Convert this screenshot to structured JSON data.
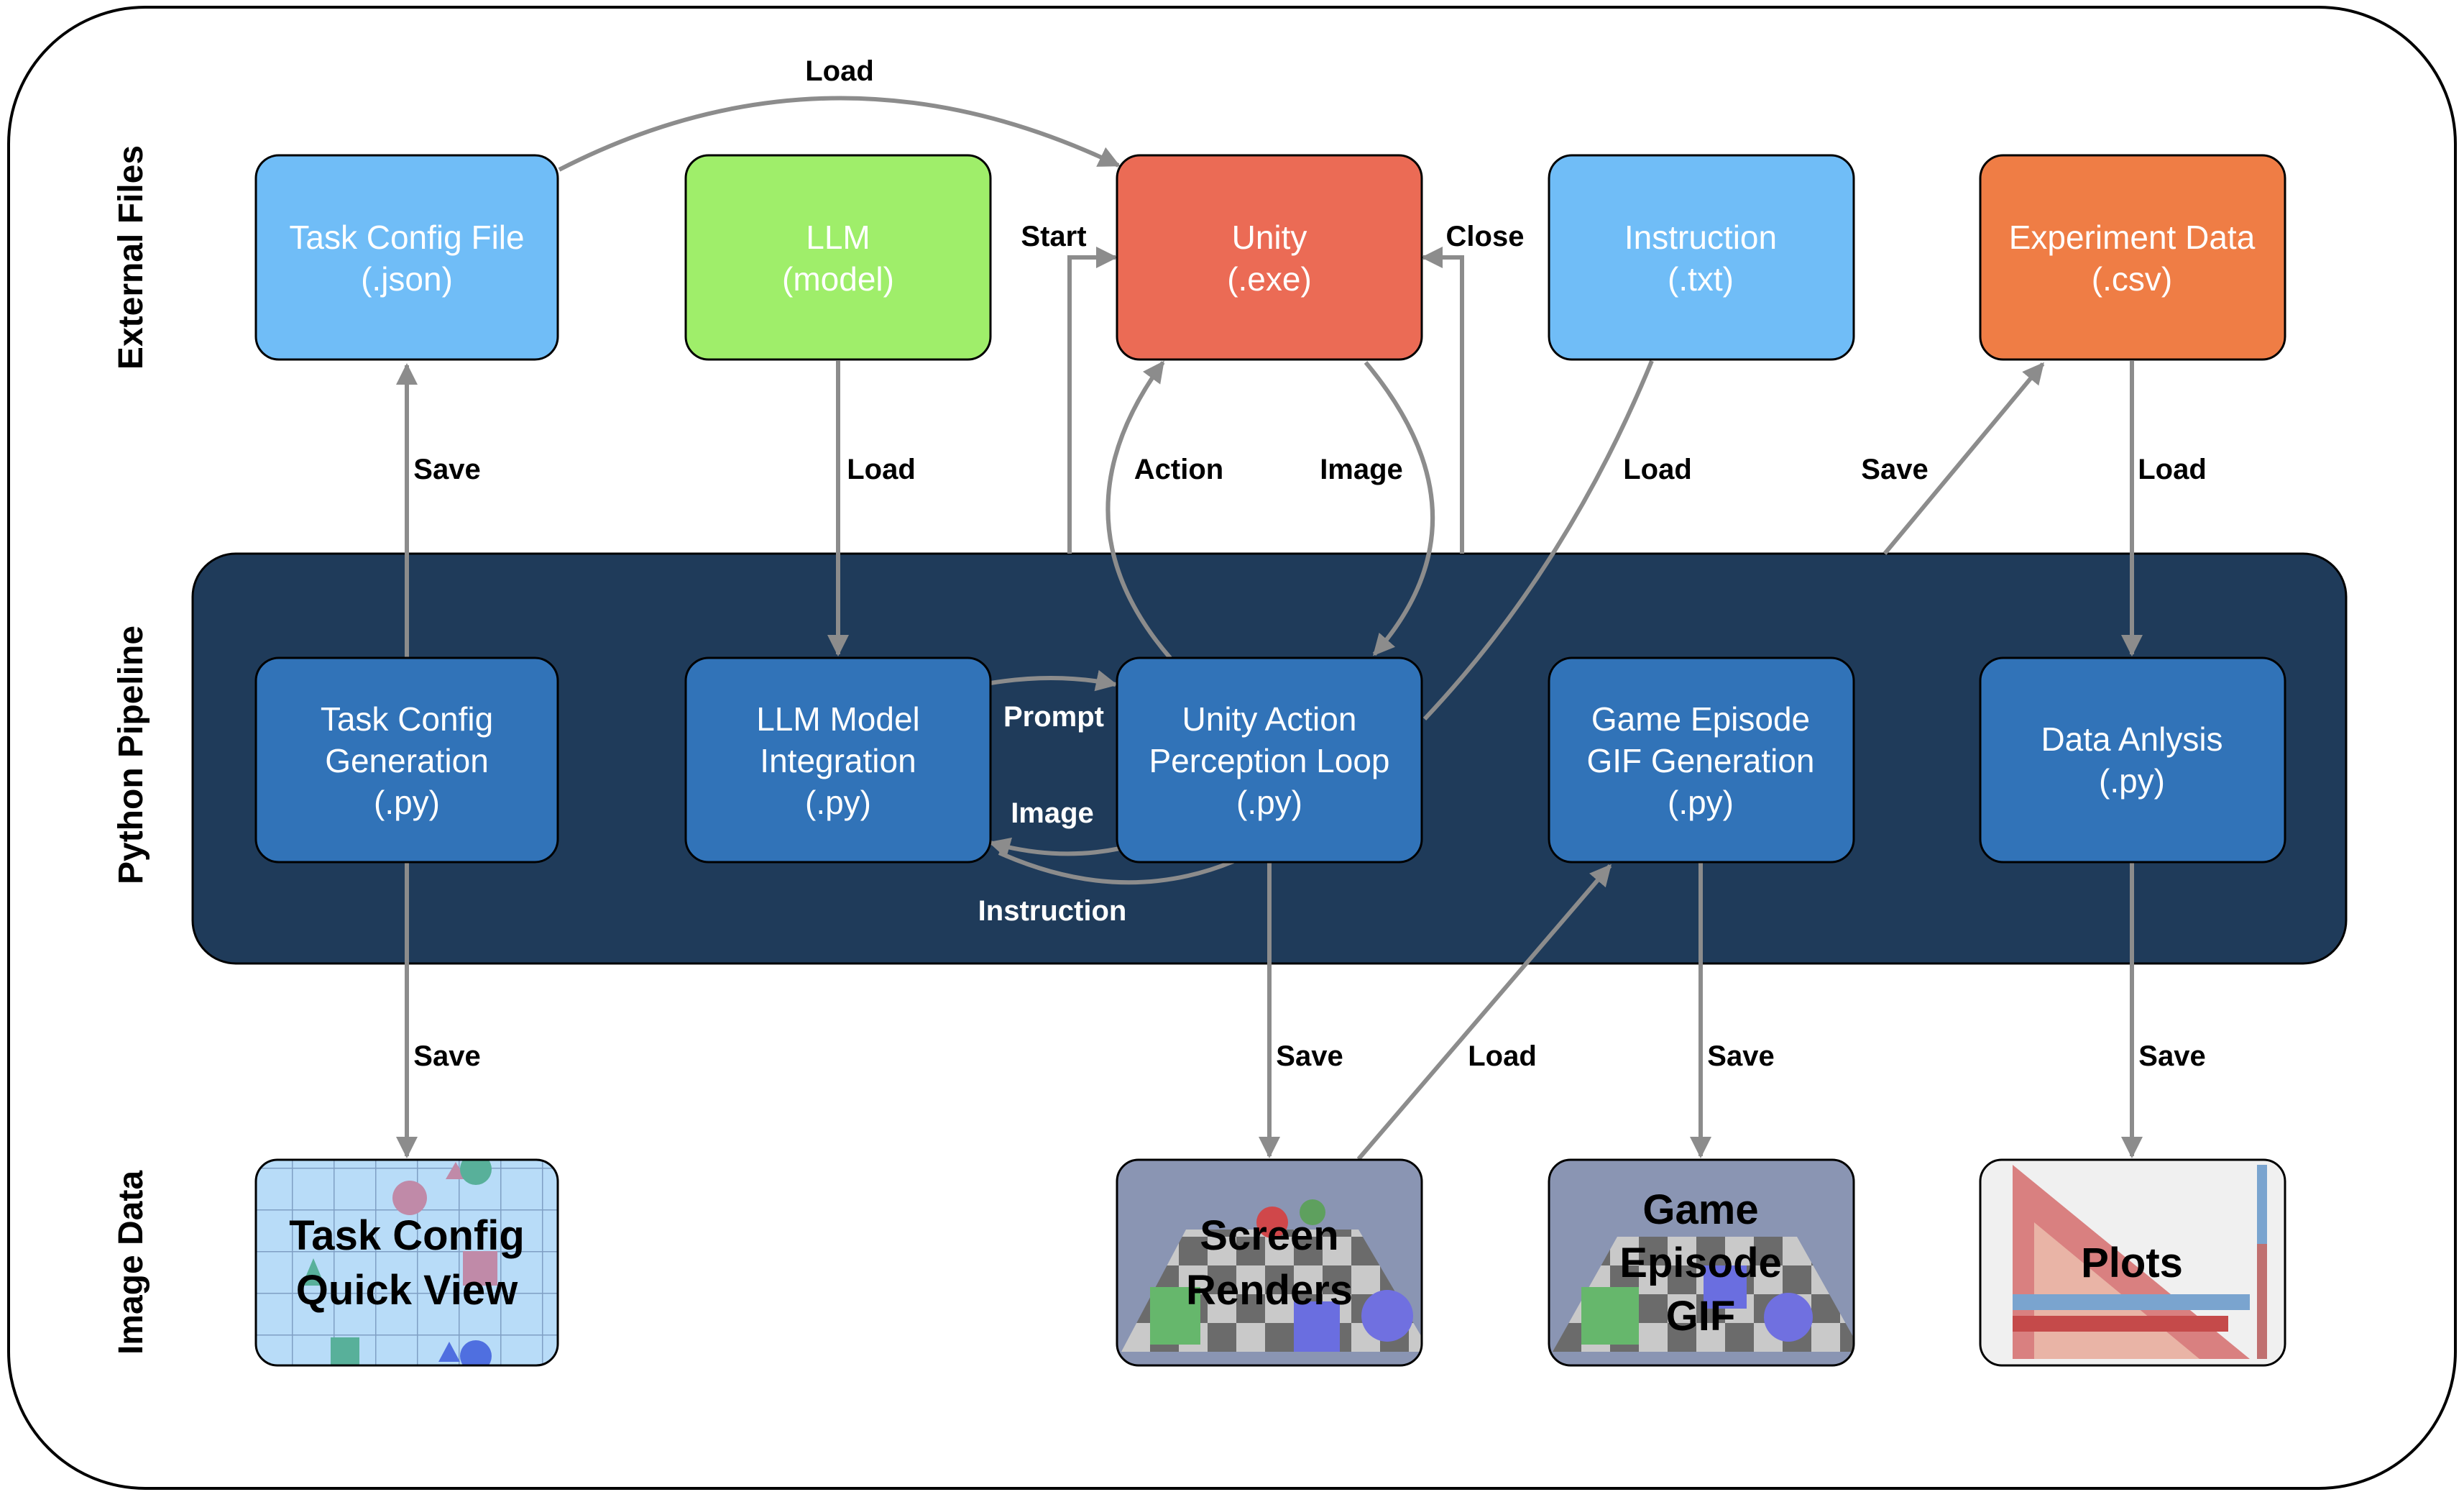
{
  "colors": {
    "frame_stroke": "#000000",
    "pipeline_bg": "#1f3b5a",
    "pipeline_box": "#3173b8",
    "file_blue": "#70bdf7",
    "file_green": "#9fee6a",
    "unity_red": "#eb6b55",
    "experiment_orange": "#ef7d45",
    "arrow_gray": "#8c8c8c",
    "image_bg": "#8a95b3",
    "taskview_bg": "#b8dcf8"
  },
  "rows": {
    "external": "External Files",
    "pipeline": "Python Pipeline",
    "image": "Image Data"
  },
  "external_files": {
    "task_config": {
      "line1": "Task Config File",
      "line2": "(.json)"
    },
    "llm": {
      "line1": "LLM",
      "line2": "(model)"
    },
    "unity": {
      "line1": "Unity",
      "line2": "(.exe)"
    },
    "instruction": {
      "line1": "Instruction",
      "line2": "(.txt)"
    },
    "experiment": {
      "line1": "Experiment Data",
      "line2": "(.csv)"
    }
  },
  "pipeline": {
    "task_gen": {
      "line1": "Task Config",
      "line2": "Generation",
      "line3": "(.py)"
    },
    "llm_integration": {
      "line1": "LLM Model",
      "line2": "Integration",
      "line3": "(.py)"
    },
    "unity_loop": {
      "line1": "Unity Action",
      "line2": "Perception Loop",
      "line3": "(.py)"
    },
    "gif_gen": {
      "line1": "Game Episode",
      "line2": "GIF Generation",
      "line3": "(.py)"
    },
    "data_analysis": {
      "line1": "Data Anlysis",
      "line2": "(.py)"
    }
  },
  "image_data": {
    "task_view": {
      "line1": "Task Config",
      "line2": "Quick View"
    },
    "screen_renders": {
      "line1": "Screen",
      "line2": "Renders"
    },
    "episode_gif": {
      "line1": "Game",
      "line2": "Episode",
      "line3": "GIF"
    },
    "plots": {
      "line1": "Plots"
    }
  },
  "arrows": {
    "load_top": "Load",
    "start": "Start",
    "close": "Close",
    "save_task": "Save",
    "load_llm": "Load",
    "action": "Action",
    "image_up": "Image",
    "load_instruction": "Load",
    "save_experiment": "Save",
    "load_experiment": "Load",
    "prompt": "Prompt",
    "image_mid": "Image",
    "instruction_mid": "Instruction",
    "save_quickview": "Save",
    "save_renders": "Save",
    "load_renders": "Load",
    "save_gif": "Save",
    "save_plots": "Save"
  }
}
